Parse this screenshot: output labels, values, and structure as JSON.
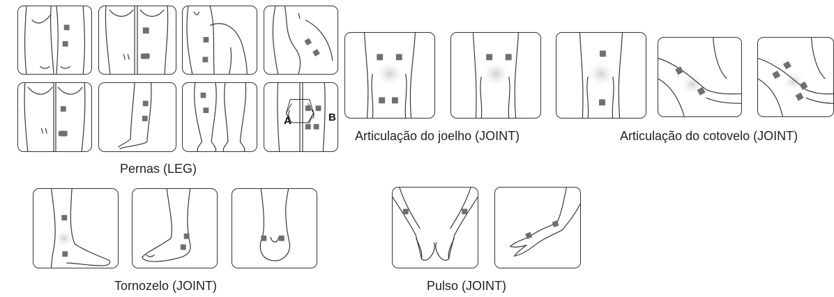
{
  "captions": {
    "legs": "Pernas (LEG)",
    "knee": "Articulação do joelho  (JOINT)",
    "elbow": "Articulação do cotovelo (JOINT)",
    "ankle": "Tornozelo (JOINT)",
    "wrist": "Pulso (JOINT)"
  },
  "labels": {
    "a": "A",
    "b": "B"
  },
  "colors": {
    "pad": "#6f6f6f",
    "stroke": "#333333",
    "glow": "#d9d9d9"
  }
}
